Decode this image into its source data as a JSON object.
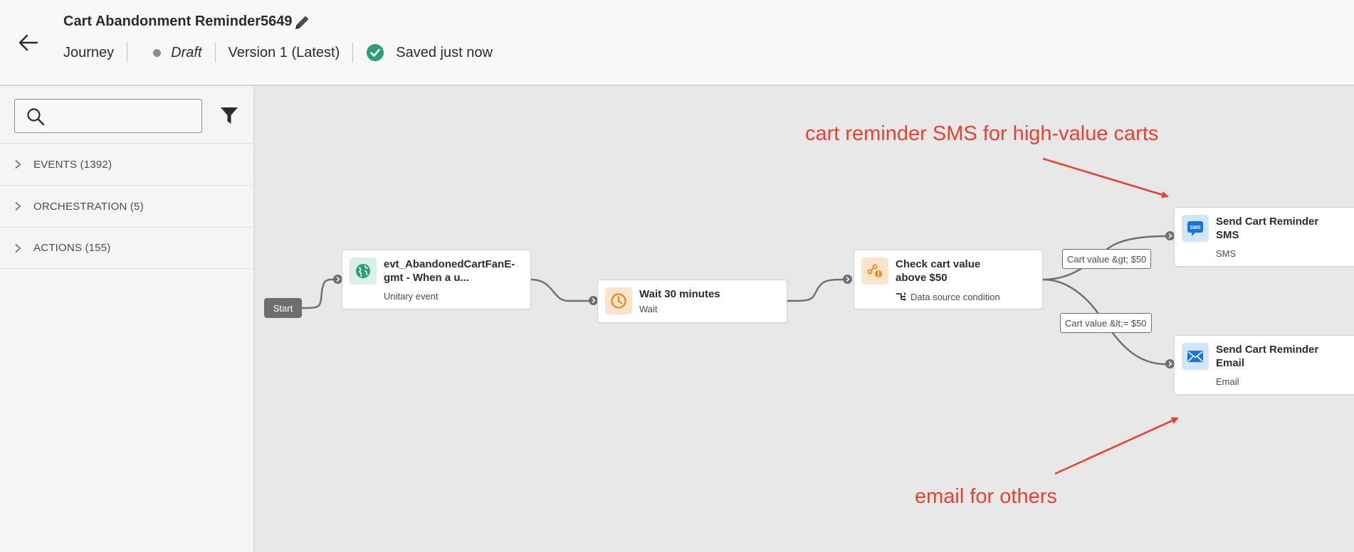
{
  "header": {
    "title": "Cart Abandonment Reminder5649",
    "type": "Journey",
    "status": "Draft",
    "version": "Version 1 (Latest)",
    "save_status": "Saved just now"
  },
  "sidebar": {
    "search": {
      "placeholder": "",
      "value": ""
    },
    "categories": [
      {
        "label": "EVENTS (1392)"
      },
      {
        "label": "ORCHESTRATION (5)"
      },
      {
        "label": "ACTIONS (155)"
      }
    ]
  },
  "canvas": {
    "start_label": "Start",
    "nodes": [
      {
        "id": "event",
        "title_line1": "evt_AbandonedCartFanE-",
        "title_line2": "gmt - When a u...",
        "subtitle": "Unitary event",
        "icon": "globe-icon",
        "color": "#2d9d78"
      },
      {
        "id": "wait",
        "title_line1": "Wait 30 minutes",
        "subtitle": "Wait",
        "icon": "clock-icon",
        "color": "#e68619"
      },
      {
        "id": "condition",
        "title_line1": "Check cart value",
        "title_line2": "above $50",
        "subtitle": "Data source condition",
        "icon": "condition-icon",
        "color": "#e68619"
      },
      {
        "id": "sms",
        "title_line1": "Send Cart Reminder",
        "title_line2": "SMS",
        "subtitle": "SMS",
        "icon": "sms-icon",
        "color": "#1473e6"
      },
      {
        "id": "email",
        "title_line1": "Send Cart Reminder",
        "title_line2": "Email",
        "subtitle": "Email",
        "icon": "email-icon",
        "color": "#1473e6"
      }
    ],
    "edge_labels": {
      "high": "Cart value &gt; $50",
      "low": "Cart value &lt;= $50"
    },
    "annotations": {
      "top": "cart reminder SMS for high-value carts",
      "bottom": "email for others"
    },
    "colors": {
      "annotation": "#e9412f",
      "canvas": "#e8e8e8",
      "wire": "#6e6e6e"
    }
  }
}
